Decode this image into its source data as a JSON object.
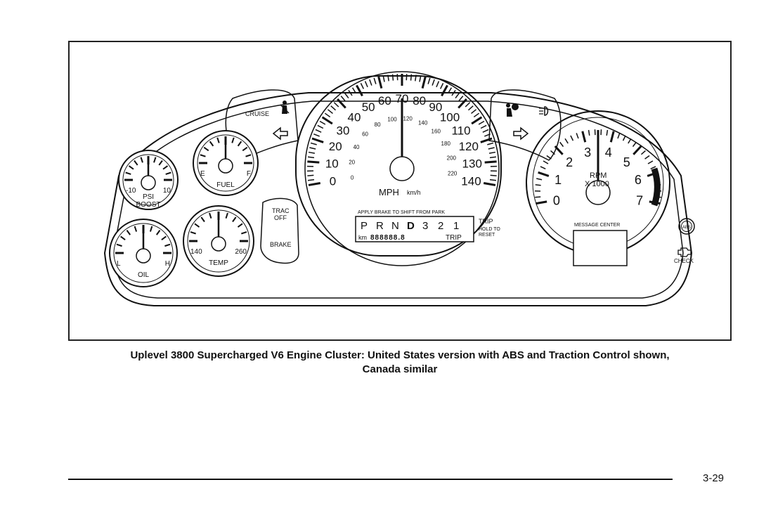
{
  "speedometer": {
    "mph_labels": [
      "0",
      "10",
      "20",
      "30",
      "40",
      "50",
      "60",
      "70",
      "80",
      "90",
      "100",
      "110",
      "120",
      "130",
      "140"
    ],
    "kmh_labels": [
      "0",
      "20",
      "40",
      "60",
      "80",
      "100",
      "120",
      "140",
      "160",
      "180",
      "200",
      "220"
    ],
    "mph_unit": "MPH",
    "kmh_unit": "km/h"
  },
  "tachometer": {
    "labels": [
      "0",
      "1",
      "2",
      "3",
      "4",
      "5",
      "6",
      "7"
    ],
    "unit": "RPM",
    "multiplier": "X 1000"
  },
  "gauges": {
    "boost": {
      "min": "-10",
      "max": "10",
      "label_line1": "PSI",
      "label_line2": "BOOST"
    },
    "fuel": {
      "min": "E",
      "max": "F",
      "label": "FUEL"
    },
    "oil": {
      "min": "L",
      "max": "H",
      "label": "OIL"
    },
    "temp": {
      "min": "140",
      "max": "260",
      "label": "TEMP"
    }
  },
  "indicators": {
    "cruise": "CRUISE",
    "trac_off_line1": "TRAC",
    "trac_off_line2": "OFF",
    "brake": "BRAKE",
    "abs": "ABS",
    "check": "CHECK",
    "message_center": "MESSAGE CENTER"
  },
  "prndl": {
    "apply_brake": "APPLY BRAKE TO SHIFT FROM PARK",
    "gears": [
      "P",
      "R",
      "N",
      "D",
      "3",
      "2",
      "1"
    ],
    "odo_unit": "km",
    "odo_digits": "888888.8",
    "trip": "TRIP",
    "trip_button": "TRIP",
    "hold_line1": "HOLD TO",
    "hold_line2": "RESET"
  },
  "caption": {
    "line1": "Uplevel 3800 Supercharged V6 Engine Cluster: United States version with ABS and Traction Control shown,",
    "line2": "Canada similar"
  },
  "page_number": "3-29"
}
